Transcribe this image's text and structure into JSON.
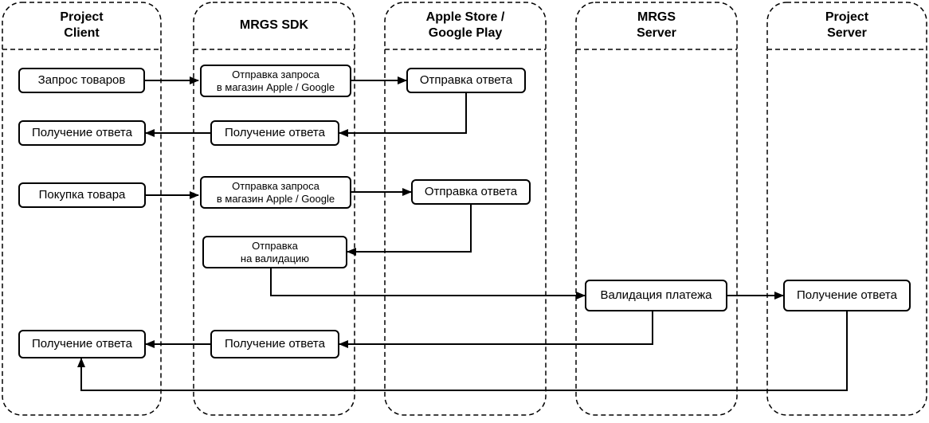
{
  "lanes": [
    {
      "id": "client",
      "title": "Project\nClient"
    },
    {
      "id": "sdk",
      "title": "MRGS SDK"
    },
    {
      "id": "store",
      "title": "Apple Store /\nGoogle Play"
    },
    {
      "id": "mrgs_server",
      "title": "MRGS\nServer"
    },
    {
      "id": "project_server",
      "title": "Project\nServer"
    }
  ],
  "boxes": {
    "request_goods": "Запрос товаров",
    "sdk_send_request_1": "Отправка запроса\nв магазин Apple / Google",
    "store_send_response_1": "Отправка ответа",
    "sdk_receive_response_1": "Получение ответа",
    "client_receive_response_1": "Получение ответа",
    "purchase_goods": "Покупка товара",
    "sdk_send_request_2": "Отправка запроса\nв магазин Apple / Google",
    "store_send_response_2": "Отправка ответа",
    "sdk_send_validation": "Отправка\nна валидацию",
    "payment_validation": "Валидация платежа",
    "project_server_receive": "Получение ответа",
    "sdk_receive_response_2": "Получение ответа",
    "client_receive_response_2": "Получение ответа"
  },
  "colors": {
    "stroke": "#000000",
    "fill": "#ffffff"
  }
}
